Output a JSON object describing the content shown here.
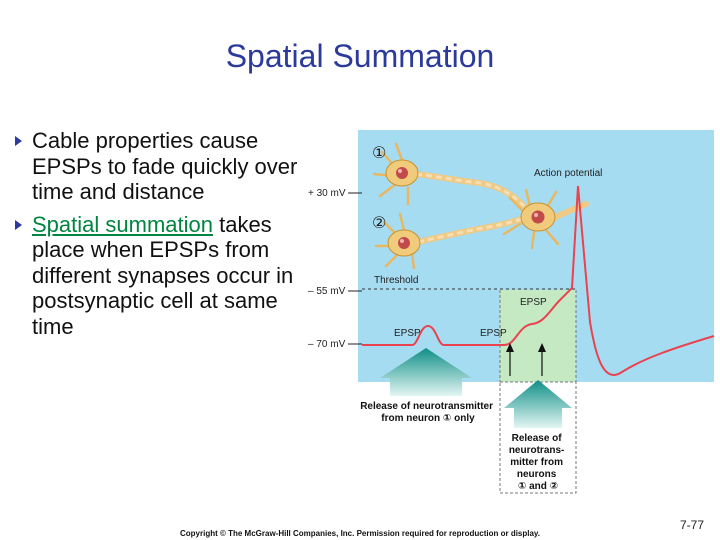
{
  "slide": {
    "title": "Spatial Summation",
    "bullet1": "Cable properties cause EPSPs to fade quickly over time and distance",
    "bullet2_link": "Spatial summation",
    "bullet2_rest": " takes place when EPSPs from different synapses occur in postsynaptic cell at same time",
    "copyright": "Copyright © The McGraw-Hill Companies, Inc. Permission required for reproduction or display.",
    "page_number": "7-77"
  },
  "figure": {
    "mv_plus30": "+ 30 mV",
    "mv_minus55": "– 55 mV",
    "mv_minus70": "– 70 mV",
    "neuron1_marker": "①",
    "neuron2_marker": "②",
    "action_potential": "Action potential",
    "threshold": "Threshold",
    "epsp_left": "EPSP",
    "epsp_middle": "EPSP",
    "epsp_top": "EPSP",
    "release_one_line1": "Release of neurotransmitter",
    "release_one_line2": "from neuron ① only",
    "release_both_line1": "Release of",
    "release_both_line2": "neurotrans-",
    "release_both_line3": "mitter from",
    "release_both_line4": "neurons",
    "release_both_line5": "① and ②",
    "colors": {
      "panel": "#a6dcf2",
      "green_box": "#c5e9c3",
      "trace": "#e8434e",
      "title": "#2b3a9b",
      "link": "#00853f"
    }
  }
}
